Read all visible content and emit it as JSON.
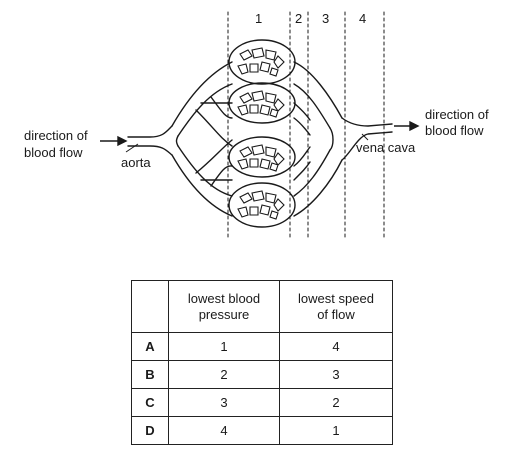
{
  "diagram": {
    "region_numbers": [
      "1",
      "2",
      "3",
      "4"
    ],
    "left_flow_label_line1": "direction of",
    "left_flow_label_line2": "blood flow",
    "right_flow_label_line1": "direction of",
    "right_flow_label_line2": "blood flow",
    "aorta_label": "aorta",
    "vena_cava_label": "vena cava"
  },
  "table": {
    "headers": [
      "",
      "lowest blood pressure",
      "lowest speed of flow"
    ],
    "header_lines": {
      "pressure_line1": "lowest blood",
      "pressure_line2": "pressure",
      "speed_line1": "lowest speed",
      "speed_line2": "of flow"
    },
    "rows": [
      {
        "option": "A",
        "pressure": "1",
        "speed": "4"
      },
      {
        "option": "B",
        "pressure": "2",
        "speed": "3"
      },
      {
        "option": "C",
        "pressure": "3",
        "speed": "2"
      },
      {
        "option": "D",
        "pressure": "4",
        "speed": "1"
      }
    ]
  }
}
